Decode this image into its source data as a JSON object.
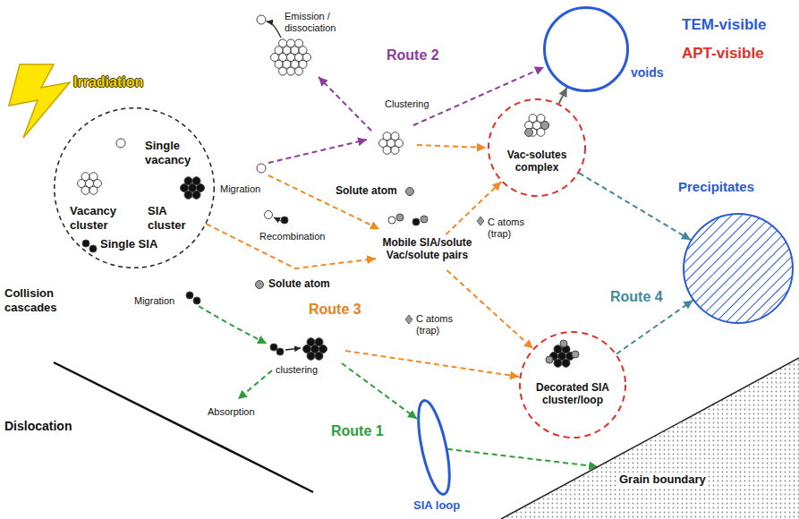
{
  "diagram": {
    "nodes": [
      {
        "text": [
          "Irradiation"
        ]
      },
      {
        "text": [
          "Single vacancy",
          "Vacancy cluster",
          "SIA cluster",
          "Single SIA",
          "Collision cascades"
        ]
      },
      {
        "text": [
          "voids"
        ]
      },
      {
        "text": [
          "Vac-solutes complex"
        ]
      },
      {
        "text": [
          "Precipitates"
        ]
      },
      {
        "text": [
          "Mobile SIA/solute Vac/solute pairs"
        ]
      },
      {
        "text": [
          "Decorated SIA cluster/loop"
        ]
      },
      {
        "text": [
          "SIA loop"
        ]
      },
      {
        "text": [
          "Grain boundary"
        ]
      }
    ],
    "edges": [
      {
        "from": 1,
        "to": 5,
        "arrow": "to"
      },
      {
        "from": 5,
        "to": 3,
        "arrow": "to"
      },
      {
        "from": 5,
        "to": 6,
        "arrow": "to"
      },
      {
        "from": 3,
        "to": 2,
        "arrow": "to"
      },
      {
        "from": 3,
        "to": 4,
        "arrow": "to"
      },
      {
        "from": 6,
        "to": 4,
        "arrow": "to"
      },
      {
        "from": 7,
        "to": 8,
        "arrow": "to"
      }
    ],
    "labels": [
      "TEM-visible",
      "APT-visible",
      "Emission / dissociation",
      "Route 2",
      "Clustering",
      "Migration",
      "Solute atom",
      "Recombination",
      "Migration",
      "C atoms (trap)",
      "Route 3",
      "Solute atom",
      "C atoms (trap)",
      "Route 4",
      "clustering",
      "Dislocation",
      "Absorption",
      "Route 1"
    ]
  }
}
